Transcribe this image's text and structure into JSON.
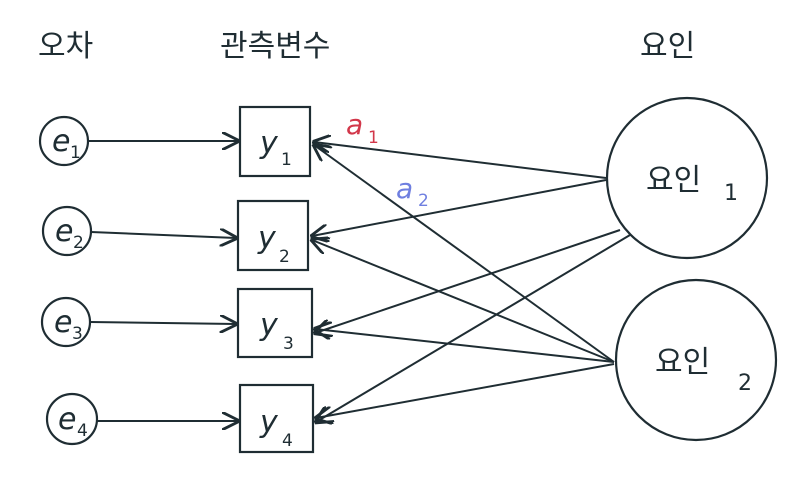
{
  "headers": {
    "error": "오차",
    "observed": "관측변수",
    "factor": "요인"
  },
  "errors": [
    {
      "main": "e",
      "sub": "1"
    },
    {
      "main": "e",
      "sub": "2"
    },
    {
      "main": "e",
      "sub": "3"
    },
    {
      "main": "e",
      "sub": "4"
    }
  ],
  "observed": [
    {
      "main": "y",
      "sub": "1"
    },
    {
      "main": "y",
      "sub": "2"
    },
    {
      "main": "y",
      "sub": "3"
    },
    {
      "main": "y",
      "sub": "4"
    }
  ],
  "factors": [
    {
      "label": "요인",
      "num": "1",
      "num_color": "#d2374a"
    },
    {
      "label": "요인",
      "num": "2",
      "num_color": "#6f7fe0"
    }
  ],
  "coefficients": [
    {
      "main": "a",
      "sub": "1",
      "color": "#d2374a"
    },
    {
      "main": "a",
      "sub": "2",
      "color": "#6f7fe0"
    }
  ]
}
